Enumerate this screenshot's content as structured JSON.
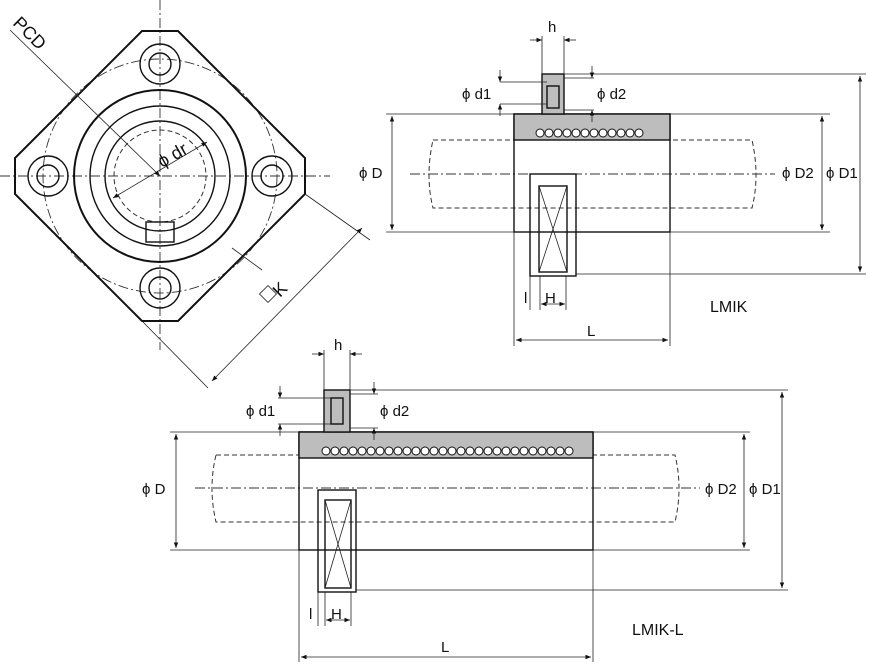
{
  "labels": {
    "pcd": "PCD",
    "dr": "ϕ dr",
    "k": "K",
    "h": "h",
    "d1": "ϕ d1",
    "d2": "ϕ d2",
    "D": "ϕ D",
    "D2": "ϕ D2",
    "D1": "ϕ D1",
    "l": "l",
    "H": "H",
    "L": "L"
  },
  "models": {
    "upper": "LMIK",
    "lower": "LMIK-L"
  }
}
